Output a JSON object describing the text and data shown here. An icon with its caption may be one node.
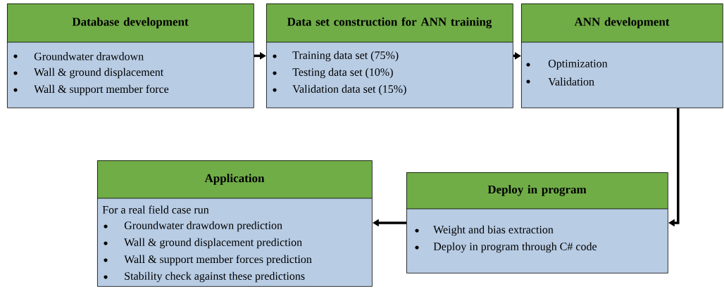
{
  "diagram": {
    "nodes": [
      {
        "text": [
          "Database development",
          "Groundwater drawdown",
          "Wall & ground displacement",
          "Wall & support member force"
        ]
      },
      {
        "text": [
          "Data set construction for ANN training",
          "Training data set (75%)",
          "Testing data set (10%)",
          "Validation data set (15%)"
        ]
      },
      {
        "text": [
          "ANN development",
          "Optimization",
          "Validation"
        ]
      },
      {
        "text": [
          "Deploy in program",
          "Weight and bias extraction",
          "Deploy in program through C# code"
        ]
      },
      {
        "text": [
          "Application",
          "For a real field case run",
          "Groundwater drawdown prediction",
          "Wall & ground displacement prediction",
          "Wall & support member forces prediction",
          "Stability check against these predictions"
        ]
      }
    ],
    "edges": [
      {
        "from": 0,
        "to": 1,
        "arrow": "to"
      },
      {
        "from": 1,
        "to": 2,
        "arrow": "to"
      },
      {
        "from": 2,
        "to": 3,
        "arrow": "to"
      },
      {
        "from": 3,
        "to": 4,
        "arrow": "to"
      }
    ]
  }
}
